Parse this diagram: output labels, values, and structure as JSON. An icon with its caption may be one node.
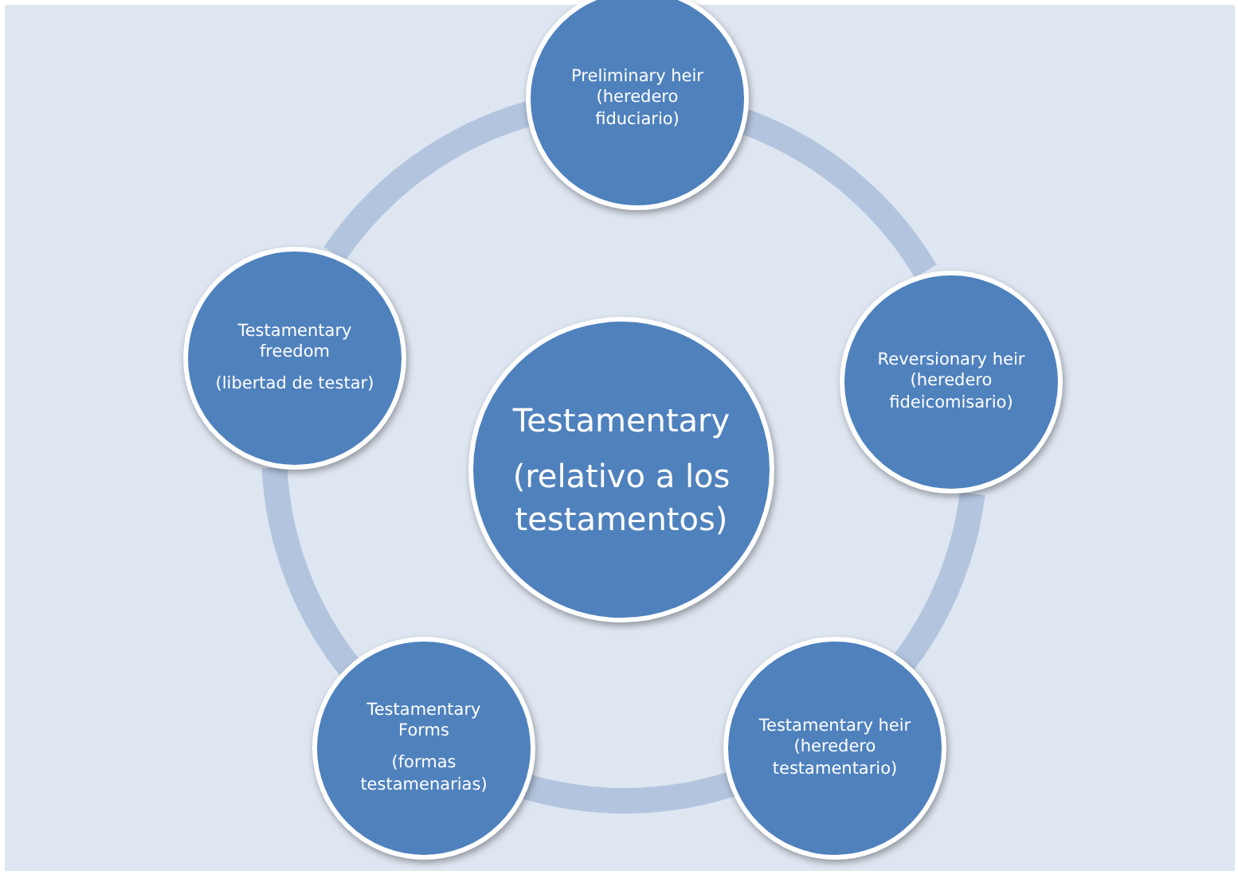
{
  "diagram": {
    "nodes": [
      {
        "text": [
          "Testamentary",
          "(relativo a los testamentos)"
        ]
      },
      {
        "text": [
          "Preliminary heir (heredero fiduciario)"
        ]
      },
      {
        "text": [
          "Reversionary heir (heredero fideicomisario)"
        ]
      },
      {
        "text": [
          "Testamentary heir (heredero testamentario)"
        ]
      },
      {
        "text": [
          "Testamentary Forms",
          "(formas testamenarias)"
        ]
      },
      {
        "text": [
          "Testamentary freedom",
          "(libertad de testar)"
        ]
      }
    ],
    "edges": [
      {
        "from": 1,
        "to": 2,
        "arrow": "none"
      },
      {
        "from": 2,
        "to": 3,
        "arrow": "none"
      },
      {
        "from": 3,
        "to": 4,
        "arrow": "none"
      },
      {
        "from": 4,
        "to": 5,
        "arrow": "none"
      },
      {
        "from": 5,
        "to": 1,
        "arrow": "none"
      }
    ]
  }
}
